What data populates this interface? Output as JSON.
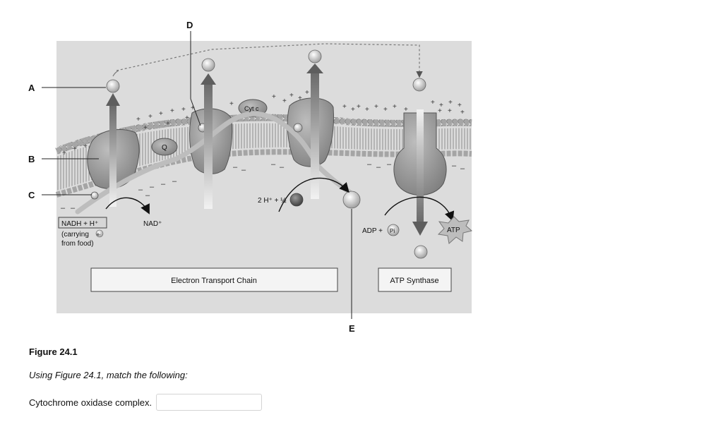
{
  "figure": {
    "letters": {
      "a": "A",
      "b": "B",
      "c": "C",
      "d": "D",
      "e": "E"
    },
    "cyt_c": "Cyt c",
    "q": "Q",
    "nadh_box": "NADH + H⁺",
    "carrying_1": "(carrying",
    "carrying_e": "e-",
    "carrying_2": "from food)",
    "nad_plus": "NAD⁺",
    "water_eq": "2 H⁺ + ½",
    "adp": "ADP +",
    "pi": "Pi",
    "atp": "ATP",
    "etc_label": "Electron Transport Chain",
    "atp_synthase_label": "ATP Synthase"
  },
  "caption": "Figure 24.1",
  "instruction": "Using Figure 24.1, match the following:",
  "question": {
    "label": "Cytochrome oxidase complex.",
    "answer": ""
  }
}
